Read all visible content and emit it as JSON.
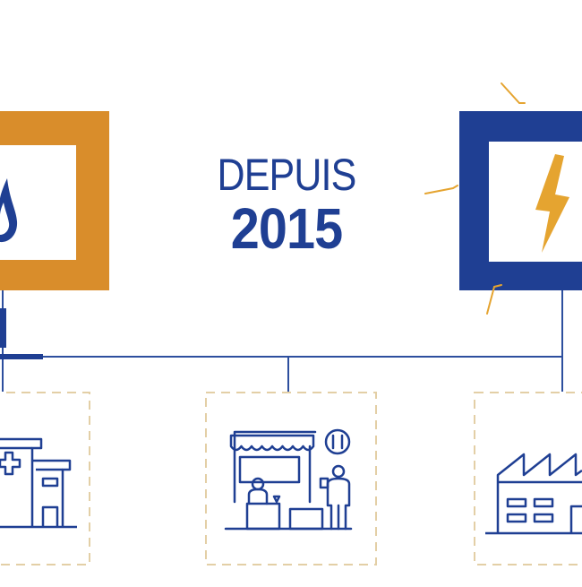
{
  "headline": {
    "line1": "DEPUIS",
    "line2": "2015"
  },
  "colors": {
    "orange": "#d98d2b",
    "blue": "#1f3f93",
    "spark": "#e5a430",
    "dash": "#e3cfa6",
    "line": "#2d4f9e"
  },
  "nodes": [
    {
      "name": "gas-supply",
      "icon": "flame-icon"
    },
    {
      "name": "electricity-supply",
      "icon": "lightning-icon"
    }
  ],
  "clients": [
    {
      "name": "hospital",
      "icon": "hospital-icon"
    },
    {
      "name": "restaurant",
      "icon": "restaurant-icon"
    },
    {
      "name": "factory",
      "icon": "factory-icon"
    }
  ]
}
